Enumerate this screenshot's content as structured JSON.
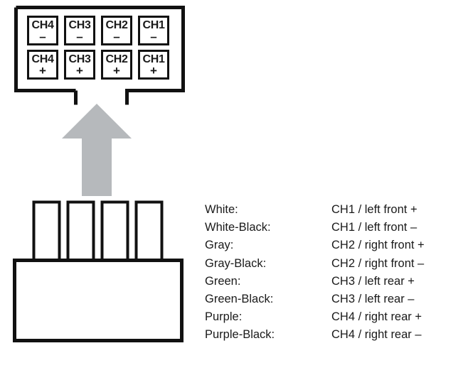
{
  "diagram": {
    "title": "Amplifier speaker terminal wiring diagram",
    "stroke_color": "#111111",
    "arrow_color": "#b6b9bc",
    "background_color": "#ffffff"
  },
  "top_connector": {
    "name": "amplifier-terminal-block",
    "rows": [
      {
        "row_name": "negative-row",
        "terminals": [
          {
            "channel": "CH4",
            "sign": "–"
          },
          {
            "channel": "CH3",
            "sign": "–"
          },
          {
            "channel": "CH2",
            "sign": "–"
          },
          {
            "channel": "CH1",
            "sign": "–"
          }
        ]
      },
      {
        "row_name": "positive-row",
        "terminals": [
          {
            "channel": "CH4",
            "sign": "+"
          },
          {
            "channel": "CH3",
            "sign": "+"
          },
          {
            "channel": "CH2",
            "sign": "+"
          },
          {
            "channel": "CH1",
            "sign": "+"
          }
        ]
      }
    ]
  },
  "arrow": {
    "direction": "up",
    "meaning": "insert-plug-upward"
  },
  "bottom_connector": {
    "name": "wiring-harness-plug",
    "pin_count": 4,
    "pins": [
      "pin-1",
      "pin-2",
      "pin-3",
      "pin-4"
    ]
  },
  "legend": {
    "rows": [
      {
        "color": "White:",
        "assignment": "CH1 / left front +"
      },
      {
        "color": "White-Black:",
        "assignment": "CH1 / left front –"
      },
      {
        "color": "Gray:",
        "assignment": "CH2 / right front +"
      },
      {
        "color": "Gray-Black:",
        "assignment": "CH2 / right front –"
      },
      {
        "color": "Green:",
        "assignment": "CH3 / left rear +"
      },
      {
        "color": "Green-Black:",
        "assignment": "CH3 / left rear –"
      },
      {
        "color": "Purple:",
        "assignment": "CH4 / right rear +"
      },
      {
        "color": "Purple-Black:",
        "assignment": "CH4 / right rear –"
      }
    ]
  }
}
